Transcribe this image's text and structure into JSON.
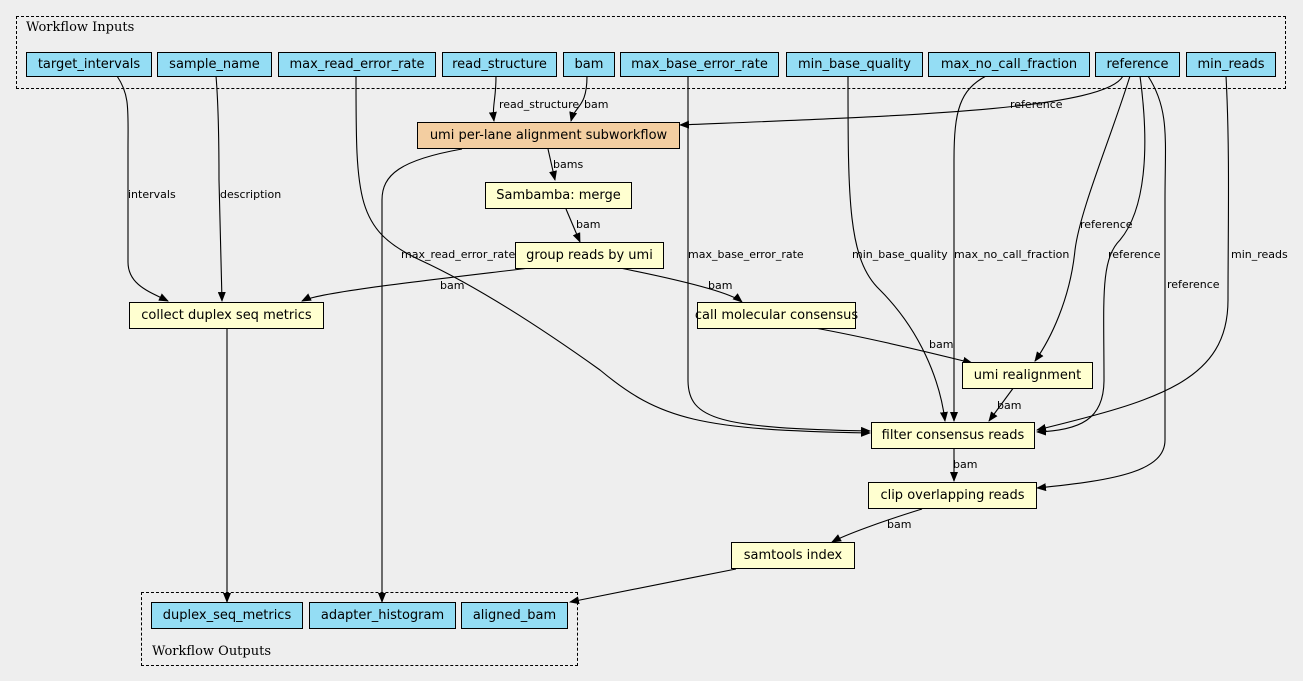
{
  "clusters": {
    "inputs": {
      "label": "Workflow Inputs"
    },
    "outputs": {
      "label": "Workflow Outputs"
    }
  },
  "inputs": {
    "target_intervals": "target_intervals",
    "sample_name": "sample_name",
    "max_read_error_rate": "max_read_error_rate",
    "read_structure": "read_structure",
    "bam": "bam",
    "max_base_error_rate": "max_base_error_rate",
    "min_base_quality": "min_base_quality",
    "max_no_call_fraction": "max_no_call_fraction",
    "reference": "reference",
    "min_reads": "min_reads"
  },
  "steps": {
    "umi_subworkflow": "umi per-lane alignment subworkflow",
    "sambamba_merge": "Sambamba: merge",
    "group_reads": "group reads by umi",
    "collect_metrics": "collect duplex seq metrics",
    "call_consensus": "call molecular consensus",
    "umi_realignment": "umi realignment",
    "filter_consensus": "filter consensus reads",
    "clip_overlapping": "clip overlapping reads",
    "samtools_index": "samtools index"
  },
  "outputs": {
    "duplex_seq_metrics": "duplex_seq_metrics",
    "adapter_histogram": "adapter_histogram",
    "aligned_bam": "aligned_bam"
  },
  "edge_labels": {
    "read_structure": "read_structure",
    "bam": "bam",
    "reference": "reference",
    "bams": "bams",
    "intervals": "intervals",
    "description": "description",
    "max_read_error_rate": "max_read_error_rate",
    "max_base_error_rate": "max_base_error_rate",
    "min_base_quality": "min_base_quality",
    "max_no_call_fraction": "max_no_call_fraction",
    "min_reads": "min_reads"
  }
}
